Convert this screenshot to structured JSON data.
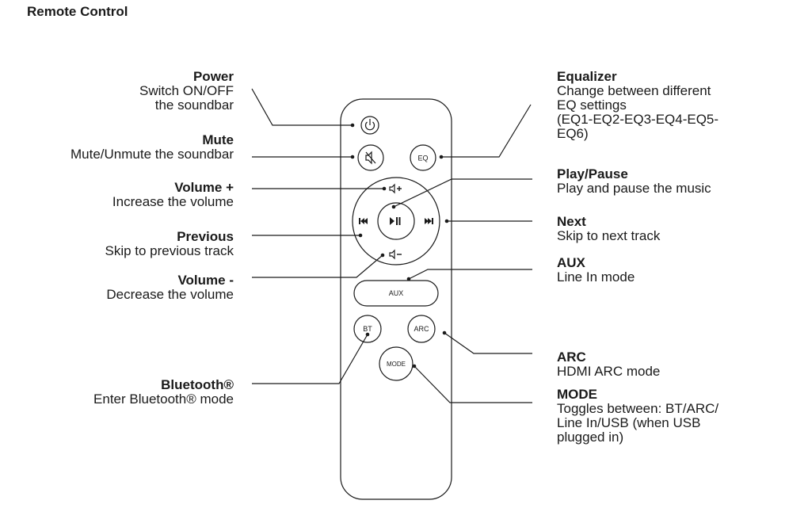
{
  "title": "Remote Control",
  "labels_left": [
    {
      "id": "power",
      "title": "Power",
      "desc": "Switch ON/OFF\nthe soundbar"
    },
    {
      "id": "mute",
      "title": "Mute",
      "desc": "Mute/Unmute the soundbar"
    },
    {
      "id": "volume-up",
      "title": "Volume +",
      "desc": "Increase the volume"
    },
    {
      "id": "previous",
      "title": "Previous",
      "desc": "Skip to previous track"
    },
    {
      "id": "volume-down",
      "title": "Volume -",
      "desc": "Decrease the volume"
    },
    {
      "id": "bluetooth",
      "title": "Bluetooth®",
      "desc": "Enter Bluetooth® mode"
    }
  ],
  "labels_right": [
    {
      "id": "equalizer",
      "title": "Equalizer",
      "desc": "Change between different\nEQ settings\n(EQ1-EQ2-EQ3-EQ4-EQ5-\nEQ6)"
    },
    {
      "id": "play-pause",
      "title": "Play/Pause",
      "desc": "Play and pause the music"
    },
    {
      "id": "next",
      "title": "Next",
      "desc": "Skip to next track"
    },
    {
      "id": "aux",
      "title": "AUX",
      "desc": "Line In mode"
    },
    {
      "id": "arc",
      "title": "ARC",
      "desc": "HDMI ARC mode"
    },
    {
      "id": "mode",
      "title": "MODE",
      "desc": "Toggles between: BT/ARC/\nLine In/USB (when USB\nplugged in)"
    }
  ],
  "remote_buttons": {
    "eq": "EQ",
    "aux": "AUX",
    "bt": "BT",
    "arc": "ARC",
    "mode": "MODE"
  }
}
